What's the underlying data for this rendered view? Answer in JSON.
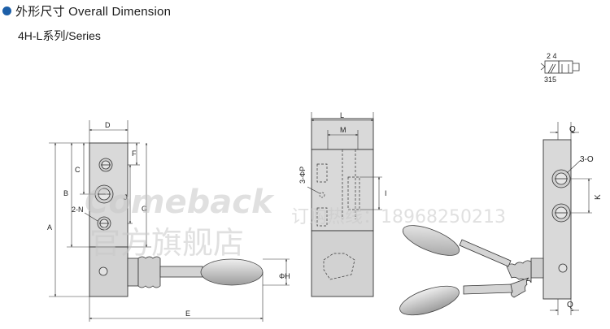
{
  "header": {
    "title": "外形尺寸 Overall Dimension",
    "series": "4H-L系列/Series"
  },
  "symbol": {
    "top_ports": "2 4",
    "bottom_ports": "315"
  },
  "dimension_labels": {
    "A": "A",
    "B": "B",
    "C": "C",
    "D": "D",
    "E": "E",
    "F": "F",
    "G": "G",
    "J": "J",
    "H": "ΦH",
    "N": "2-N",
    "L": "L",
    "M": "M",
    "I": "I",
    "P": "3-ΦP",
    "Q_top": "Q",
    "Q_bottom": "Q",
    "O": "3-O",
    "K": "K"
  },
  "watermark": {
    "brand": "Comeback",
    "store": "官方旗舰店",
    "phone_line": "订购热线：18968250213"
  },
  "colors": {
    "bullet": "#1c5fa8",
    "body_fill": "#d7d7d7",
    "line": "#333333"
  }
}
